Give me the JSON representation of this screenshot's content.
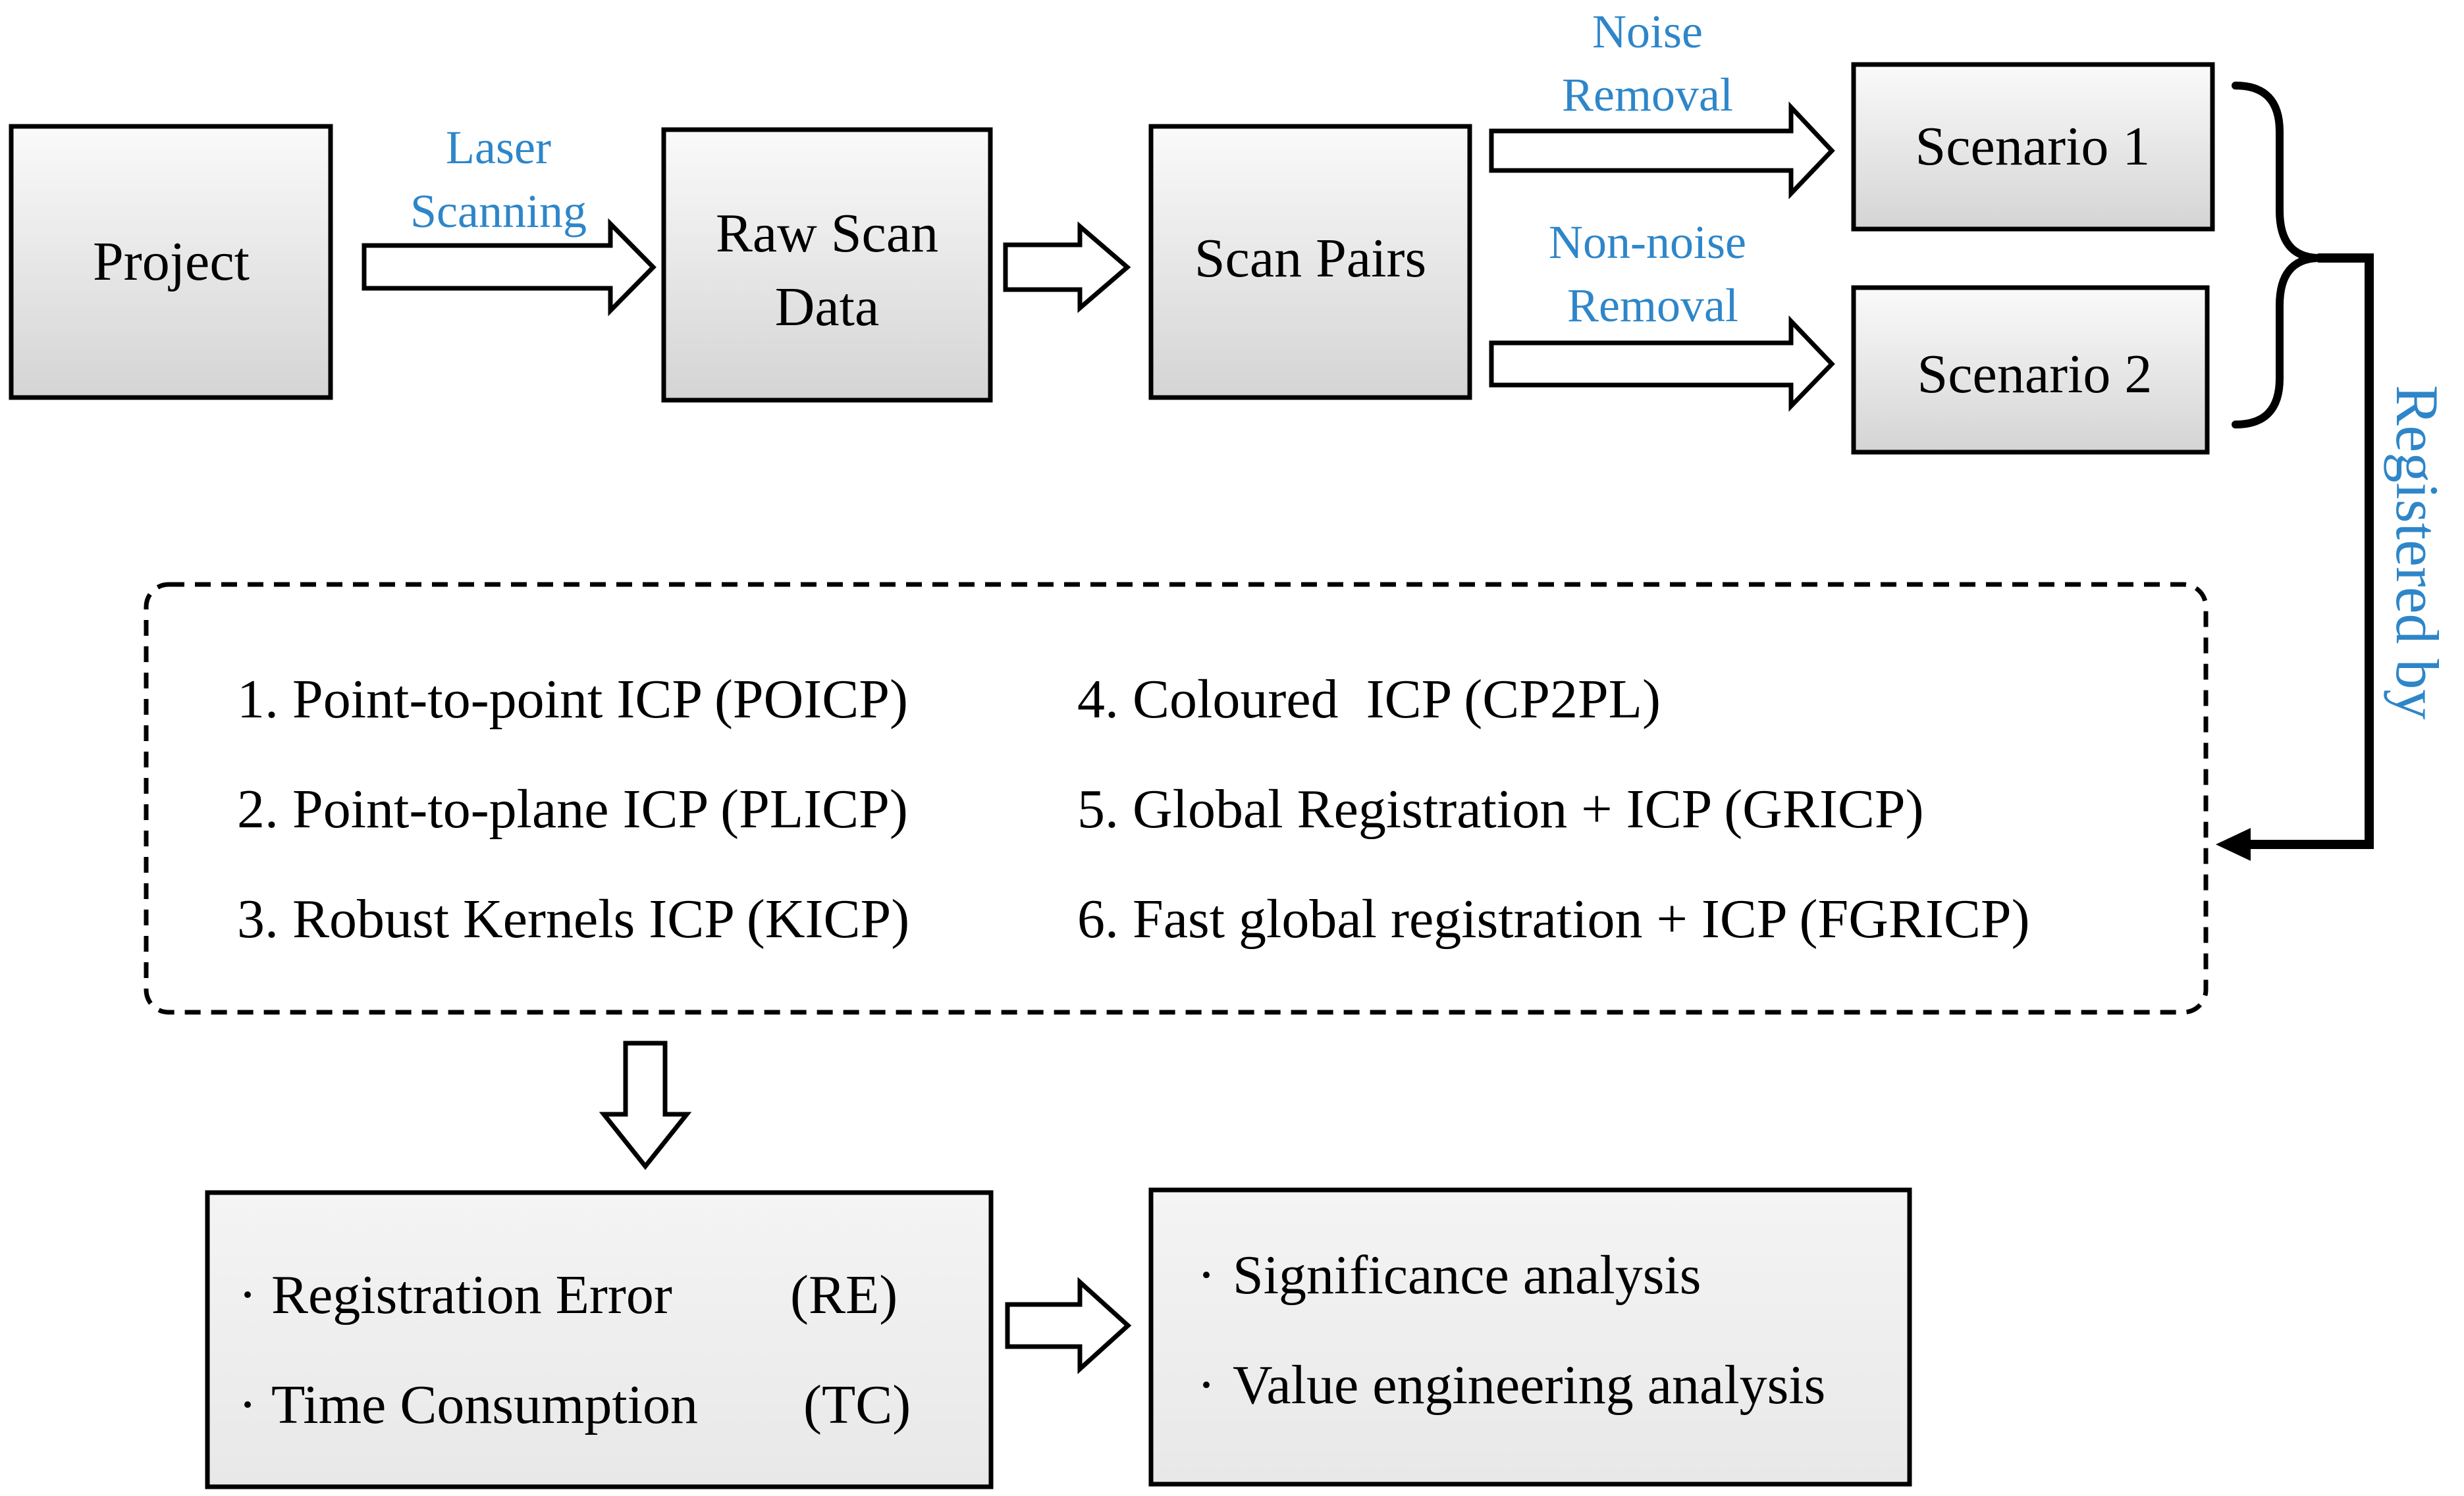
{
  "colors": {
    "label": "#2E86C9",
    "box_fill_top": "#FAFAFA",
    "box_fill_bottom": "#D4D4D4",
    "box_stroke": "#000000"
  },
  "nodes": {
    "project": "Project",
    "raw_scan_data": [
      "Raw Scan",
      "Data"
    ],
    "scan_pairs": "Scan Pairs",
    "scenario_1": "Scenario 1",
    "scenario_2": "Scenario 2"
  },
  "edge_labels": {
    "laser_scanning": [
      "Laser",
      "Scanning"
    ],
    "noise_removal": [
      "Noise",
      "Removal"
    ],
    "non_noise_removal": [
      "Non-noise",
      "Removal"
    ],
    "registered_by": "Registered by"
  },
  "methods": [
    "1. Point-to-point ICP (POICP)",
    "2. Point-to-plane ICP (PLICP)",
    "3. Robust Kernels ICP (KICP)",
    "4. Coloured  ICP (CP2PL)",
    "5. Global Registration + ICP (GRICP)",
    "6. Fast global registration + ICP (FGRICP)"
  ],
  "metrics": {
    "registration_error": {
      "bullet": "·",
      "name": "Registration Error",
      "abbr": "(RE)"
    },
    "time_consumption": {
      "bullet": "·",
      "name": "Time Consumption",
      "abbr": "(TC)"
    }
  },
  "analysis": {
    "bullet": "·",
    "items": [
      "Significance analysis",
      "Value engineering analysis"
    ]
  }
}
